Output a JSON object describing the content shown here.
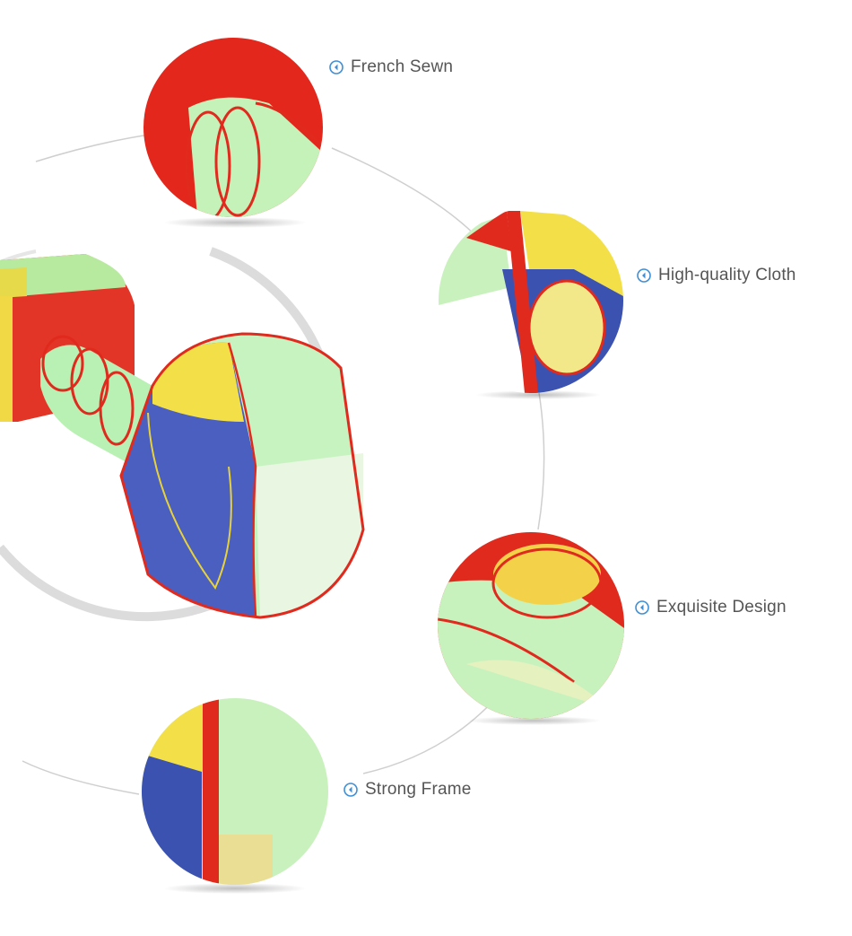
{
  "features": [
    {
      "label": "French Sewn",
      "icon": "chevron-left-circle-icon"
    },
    {
      "label": "High-quality Cloth",
      "icon": "chevron-left-circle-icon"
    },
    {
      "label": "Exquisite Design",
      "icon": "chevron-left-circle-icon"
    },
    {
      "label": "Strong Frame",
      "icon": "chevron-left-circle-icon"
    }
  ],
  "colors": {
    "accent": "#3e8fd6",
    "text": "#555555",
    "red": "#e02a1e",
    "green": "#b9f0b4",
    "yellow": "#f3e04a",
    "blue": "#3f53b0",
    "ring": "#d9d9d9"
  }
}
